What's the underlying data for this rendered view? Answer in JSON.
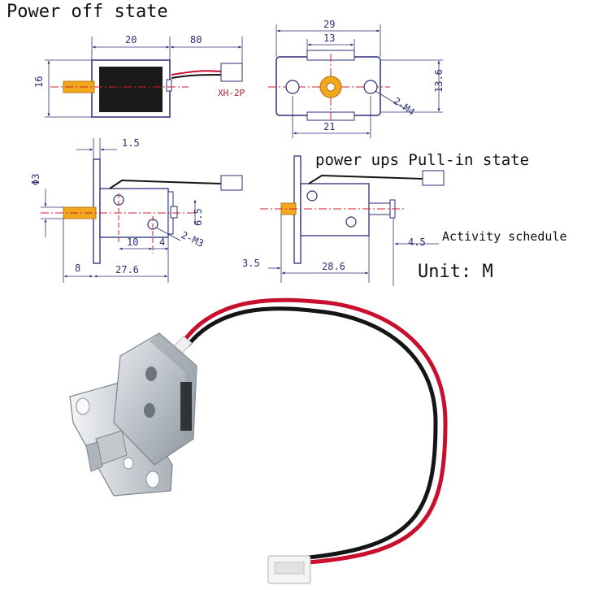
{
  "titles": {
    "power_off": "Power off state",
    "pull_in": "power ups Pull-in state",
    "activity": "Activity schedule",
    "unit": "Unit: M"
  },
  "top_left_view": {
    "dims": {
      "body_width": "20",
      "wire_length": "80",
      "height": "16",
      "connector": "XH-2P"
    }
  },
  "top_right_view": {
    "dims": {
      "overall_width": "29",
      "hole_spacing_top": "13",
      "hole_spacing_bottom": "21",
      "height": "13.6",
      "mount_holes": "2-M4"
    }
  },
  "bottom_left_view": {
    "dims": {
      "plate_thickness": "1.5",
      "plunger_dia": "Φ3",
      "offset": "6.5",
      "hole_pos": "10",
      "hole_gap": "4",
      "mount_holes": "2-M3",
      "plunger_ext": "8",
      "overall_length": "27.6"
    }
  },
  "bottom_right_view": {
    "dims": {
      "plunger_ext": "3.5",
      "overall_length": "28.6",
      "stroke": "4.5"
    }
  },
  "colors": {
    "drawing_line": "#2a2f78",
    "center_line": "#d02030",
    "plunger": "#f2a81c",
    "coil": "#1a1a1a",
    "wire_red": "#c8102e",
    "wire_black": "#151515",
    "metal": "#c9ced4"
  }
}
